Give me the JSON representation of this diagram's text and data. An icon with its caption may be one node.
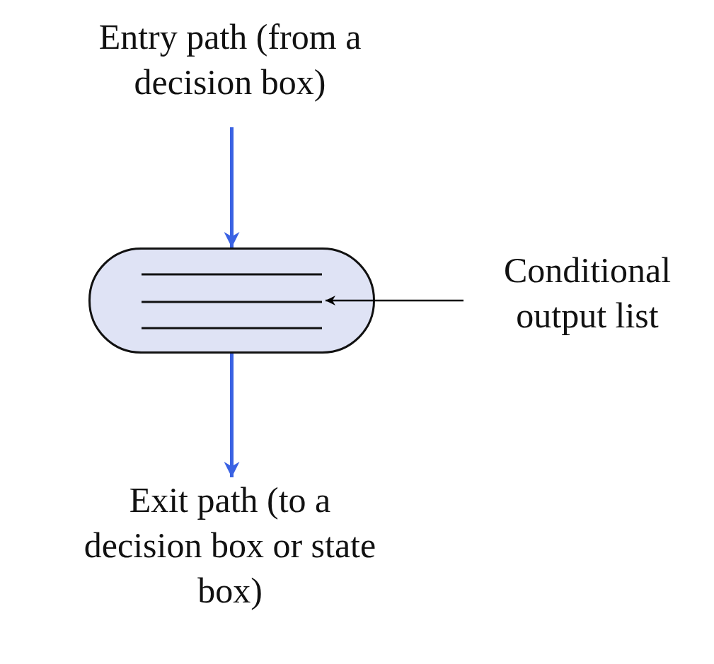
{
  "diagram": {
    "nodes": [
      {
        "text": [
          "Entry path (from a decision box)"
        ]
      },
      {
        "text": [],
        "shape": "pill"
      },
      {
        "text": [],
        "shape": "picture",
        "in": 1
      },
      {
        "text": [
          "Conditional output list"
        ]
      },
      {
        "text": [
          "Exit path (to a decision box or state box)"
        ]
      }
    ],
    "edges": [
      {
        "from": 0,
        "to": 1,
        "arrow": "to"
      },
      {
        "from": 1,
        "to": 4,
        "arrow": "to"
      },
      {
        "from": 3,
        "to": 2,
        "arrow": "to",
        "color": "#000000"
      }
    ]
  }
}
